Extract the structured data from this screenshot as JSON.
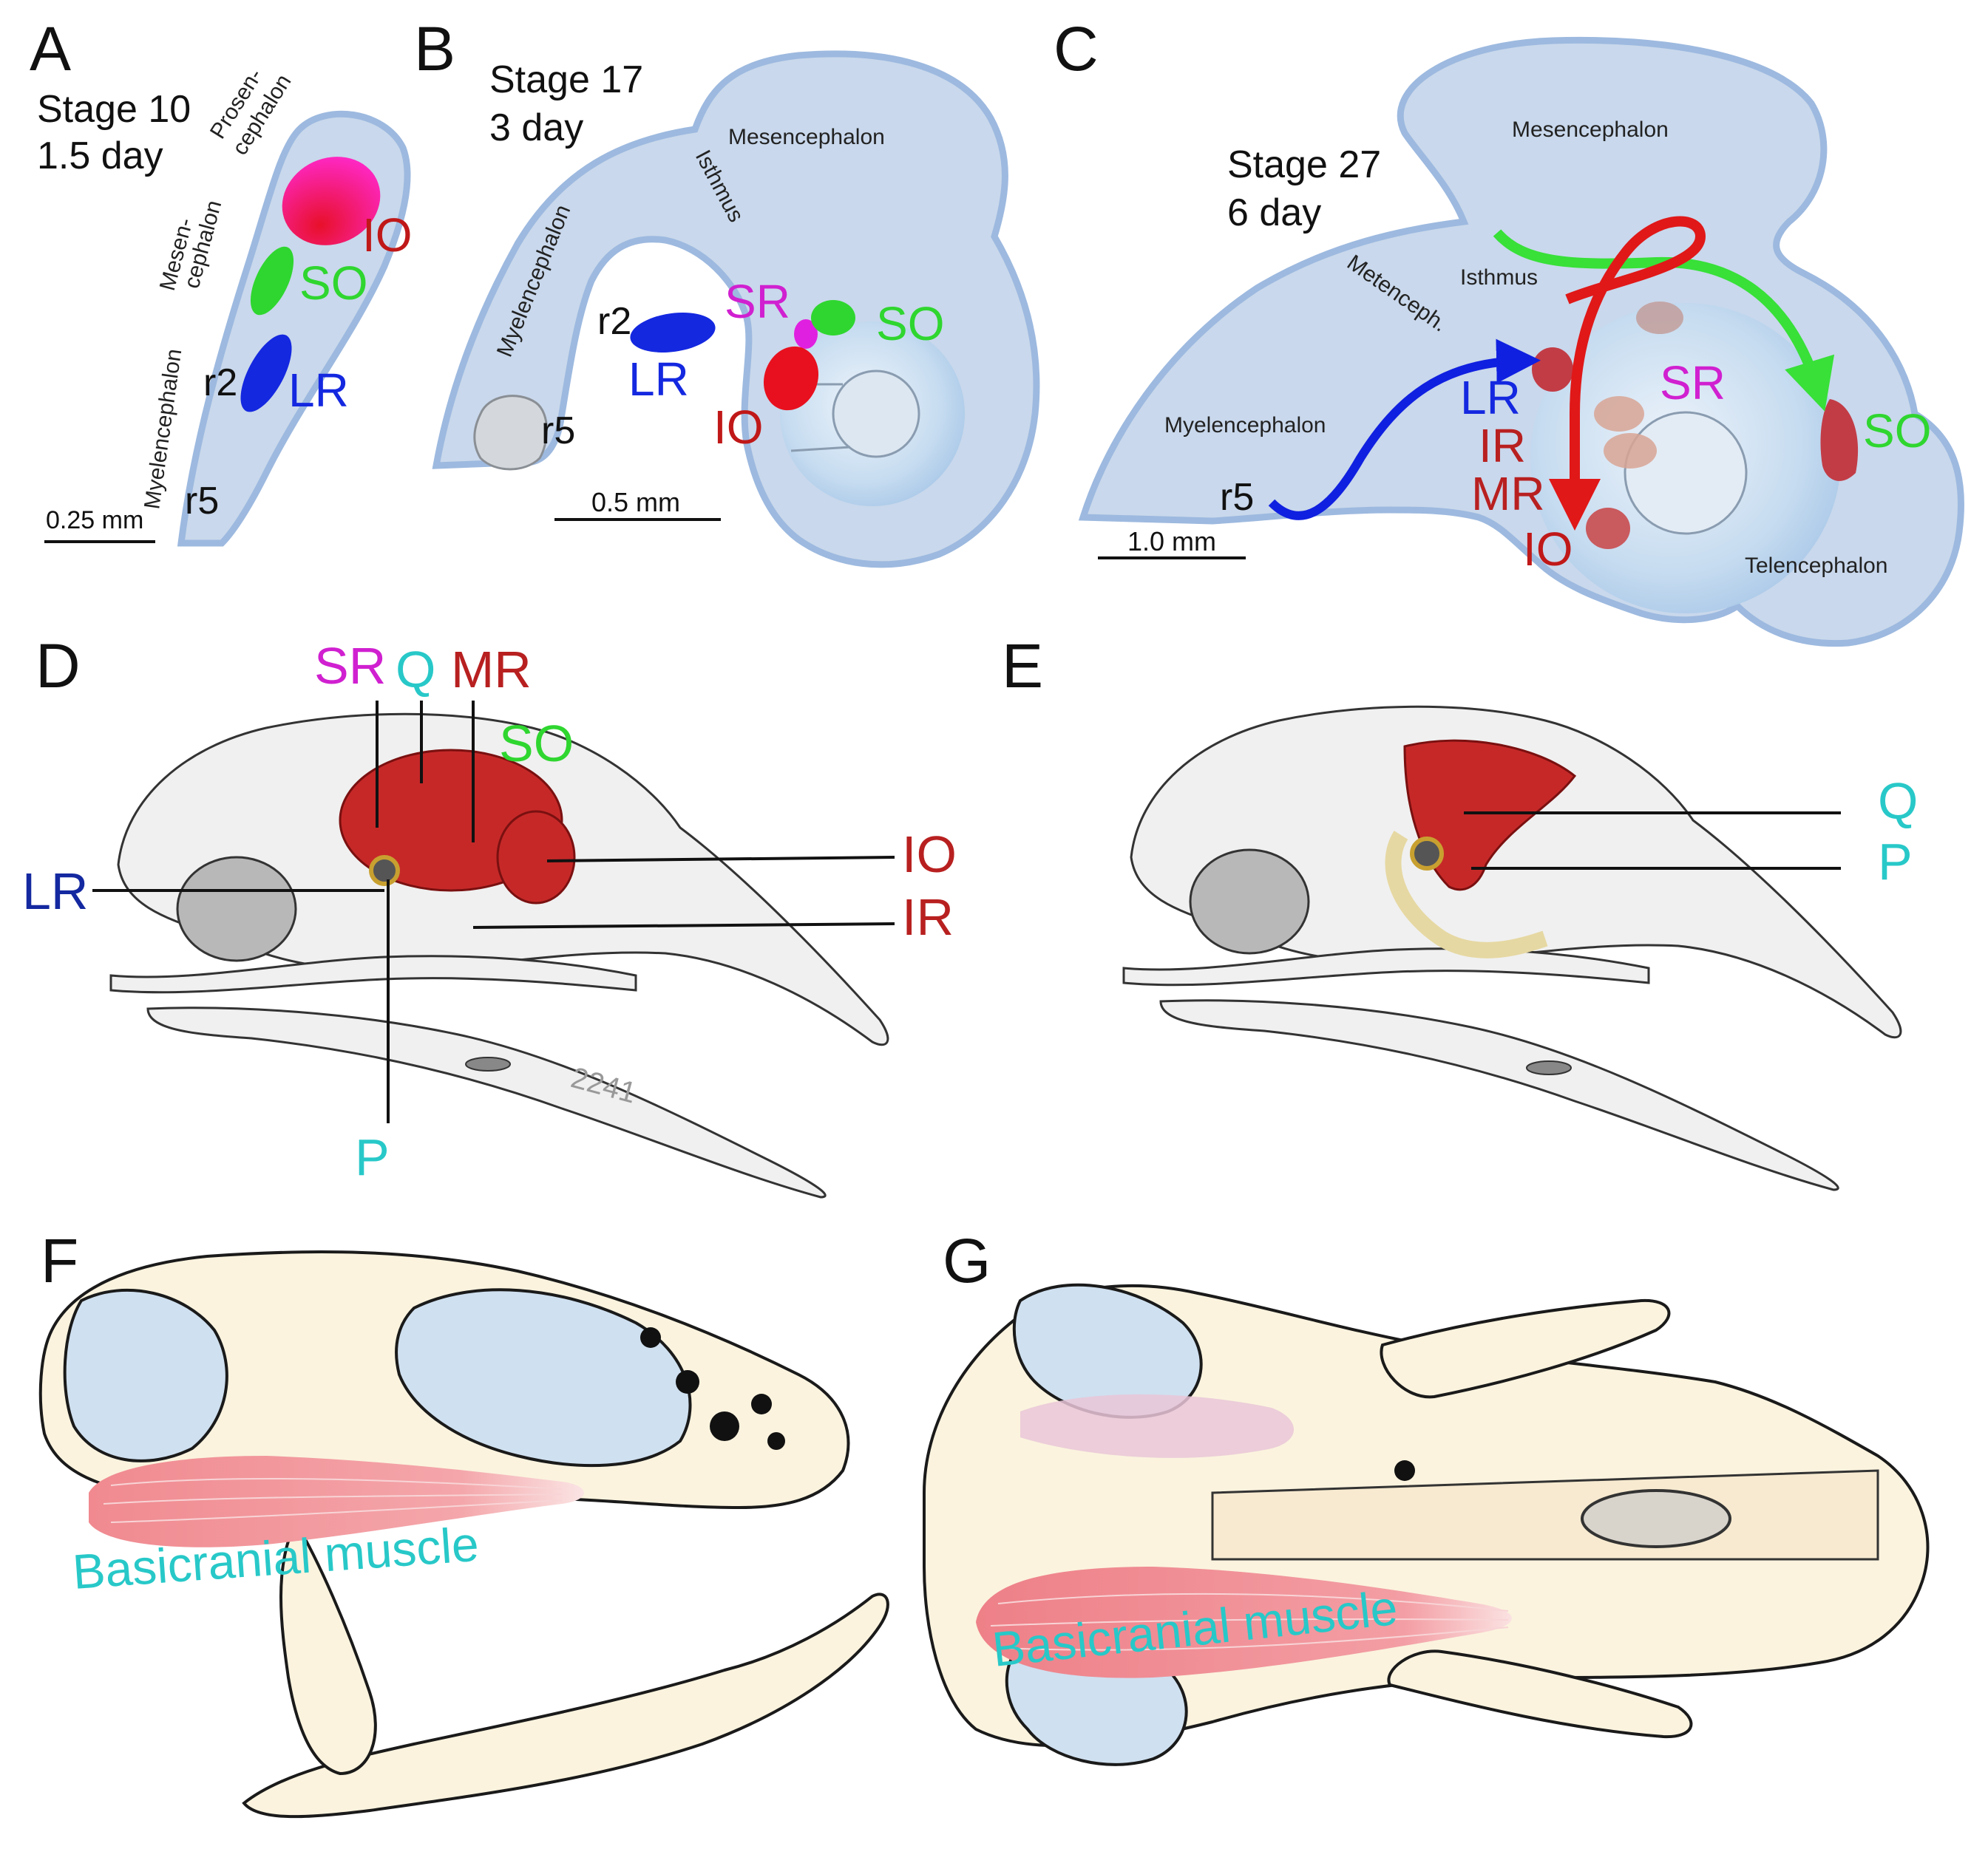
{
  "colors": {
    "brain_fill": "#c9d8ec",
    "brain_edge": "#9db9df",
    "IO": "#e0102a",
    "SO": "#2fd62f",
    "SR": "#e020e0",
    "LR": "#1428e0",
    "muscle": "#c23030",
    "cyan_label": "#28c8c8",
    "basicranial": "#f0a3a8"
  },
  "panels": {
    "A": {
      "letter": "A",
      "stage": "Stage 10",
      "age": "1.5 day",
      "regions": [
        "Prosen-",
        "cephalon",
        "Mesen-",
        "cephalon",
        "Myelencephalon"
      ],
      "muscles": {
        "io": "IO",
        "so": "SO",
        "lr": "LR"
      },
      "rhombomeres": {
        "r2": "r2",
        "r5": "r5"
      },
      "scale": "0.25 mm"
    },
    "B": {
      "letter": "B",
      "stage": "Stage 17",
      "age": "3 day",
      "regions": {
        "mes": "Mesencephalon",
        "isth": "Isthmus",
        "myel": "Myelencephalon"
      },
      "muscles": {
        "sr": "SR",
        "so": "SO",
        "lr": "LR",
        "io": "IO"
      },
      "rhombomeres": {
        "r2": "r2",
        "r5": "r5"
      },
      "scale": "0.5 mm"
    },
    "C": {
      "letter": "C",
      "stage": "Stage 27",
      "age": "6 day",
      "regions": {
        "mes": "Mesencephalon",
        "isth": "Isthmus",
        "met": "Metenceph.",
        "myel": "Myelencephalon",
        "tel": "Telencephalon"
      },
      "muscles": {
        "sr": "SR",
        "lr": "LR",
        "ir": "IR",
        "mr": "MR",
        "io": "IO",
        "so": "SO"
      },
      "rhombomeres": {
        "r5": "r5"
      },
      "scale": "1.0 mm"
    },
    "D": {
      "letter": "D",
      "labels": {
        "sr": "SR",
        "q": "Q",
        "mr": "MR",
        "so": "SO",
        "io": "IO",
        "ir": "IR",
        "lr": "LR",
        "p": "P"
      },
      "skull_inscription": "2241"
    },
    "E": {
      "letter": "E",
      "labels": {
        "q": "Q",
        "p": "P"
      }
    },
    "F": {
      "letter": "F",
      "muscle_label": "Basicranial muscle"
    },
    "G": {
      "letter": "G",
      "muscle_label": "Basicranial muscle"
    }
  }
}
